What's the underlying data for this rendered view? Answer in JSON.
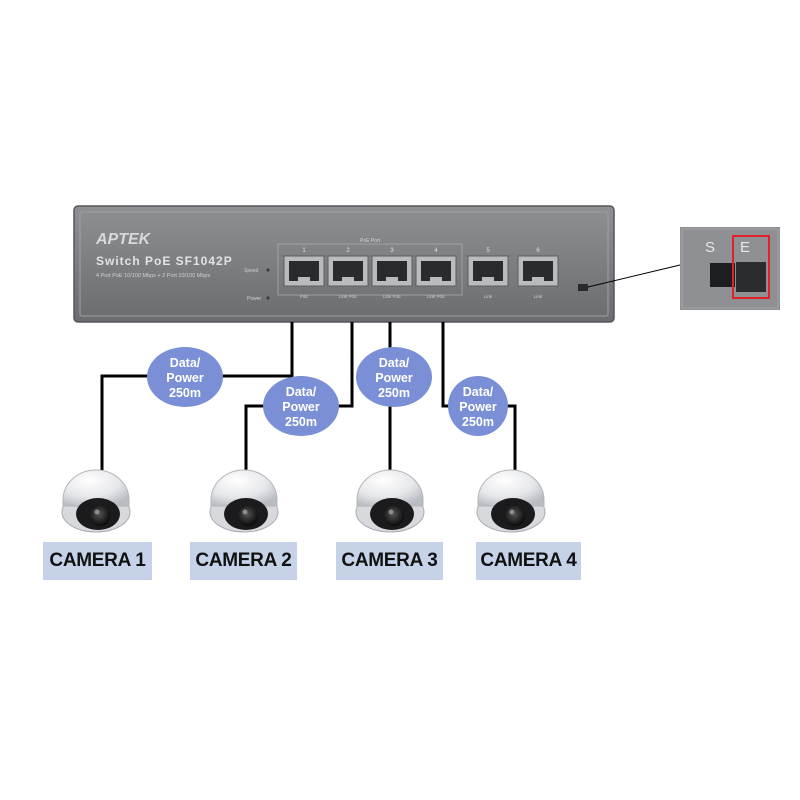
{
  "switch": {
    "brand": "APTEK",
    "model": "Switch PoE SF1042P",
    "spec": "4 Port PoE 10/100 Mbps + 2 Port 10/100 Mbps",
    "poe_port_header": "PoE Port",
    "speed_label": "Speed",
    "power_label": "Power",
    "ports": [
      {
        "number": "1",
        "led_label": "PoE"
      },
      {
        "number": "2",
        "led_label": "Link PoE"
      },
      {
        "number": "3",
        "led_label": "Link PoE"
      },
      {
        "number": "4",
        "led_label": "Link PoE"
      },
      {
        "number": "5",
        "led_label": "Link"
      },
      {
        "number": "6",
        "led_label": "Link"
      }
    ]
  },
  "dip_switch": {
    "left_label": "S",
    "right_label": "E",
    "highlight_color": "#e0202a"
  },
  "connections": [
    {
      "line1": "Data/",
      "line2": "Power",
      "line3": "250m"
    },
    {
      "line1": "Data/",
      "line2": "Power",
      "line3": "250m"
    },
    {
      "line1": "Data/",
      "line2": "Power",
      "line3": "250m"
    },
    {
      "line1": "Data/",
      "line2": "Power",
      "line3": "250m"
    }
  ],
  "cameras": [
    {
      "label": "CAMERA 1"
    },
    {
      "label": "CAMERA 2"
    },
    {
      "label": "CAMERA 3"
    },
    {
      "label": "CAMERA 4"
    }
  ],
  "colors": {
    "bubble": "#7b8fd6",
    "label_bg": "#c5d2e8",
    "switch_body": "#7e8083",
    "cable": "#000000"
  }
}
